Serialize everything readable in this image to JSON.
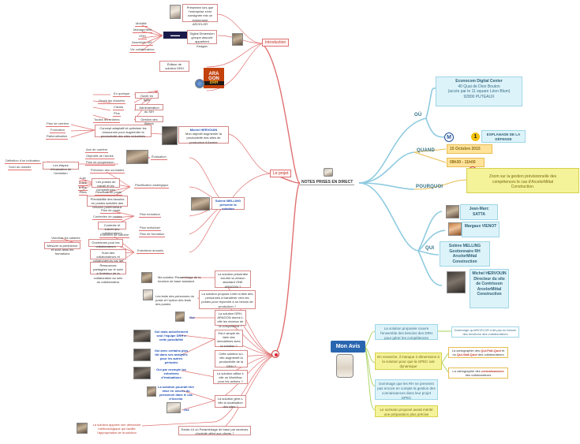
{
  "central": {
    "label": "NOTES PRISES EN DIRECT"
  },
  "branches": {
    "introduction": "Introduction",
    "le_projet": "Le projet"
  },
  "right": {
    "ou": {
      "title": "OÙ",
      "company": "Econocom Digital Center",
      "address_1": "40 Quai de Dion Bouton",
      "address_2": "(accès par le 11 square Léon Blum)",
      "address_3": "92800 PUTEAUX",
      "transit": "ESPLANADE DE LA DÉFENSE",
      "metro_letter": "M",
      "line_number": "1"
    },
    "quand": {
      "title": "QUAND",
      "date": "15 Octobre 2015",
      "time": "08h30 - 11h00"
    },
    "pourquoi": {
      "title": "POURQUOI",
      "text": "Zoom sur la gestion prévisionnelle des compétences le cas d'ArcelorMittal Construction."
    },
    "qui": {
      "title": "QUI",
      "people": [
        {
          "name": "Jean-Marc SATTA"
        },
        {
          "name": "Margaux VIENOT"
        },
        {
          "name": "Solène MELLING Gestionnaire RH ArcelorMittal Construction"
        },
        {
          "name": "Michel HERVOUIN Directeur du site de Contrisson ArcelorMittal Construction"
        }
      ]
    }
  },
  "avis": {
    "title": "Mon Avis",
    "items": [
      {
        "text": "La solution proposée couvre l'ensemble des besoins des DRH pour gérer les compétences",
        "sub": [
          "Dommage qu'ARCELOR n'ait pas eu besoin des fonctions des collaborateurs"
        ]
      },
      {
        "text": "En revanche, il manque 2 dimensions à la solution pour que la GPEC soit dynamique",
        "sub": [
          "La cartographie des Qui-Fait-Quoi et du Qui-Sait-Quoi des collaborateurs",
          "La cartographie des connaissances des collaborateurs"
        ]
      },
      {
        "text": "Dommage que les RH ne prennent pas encore en compte la gestion des connaissances dans leur projet GPEC",
        "sub": []
      },
      {
        "text": "Le scénario proposé aurait mérité une préparation plus précise",
        "sub": []
      }
    ],
    "sub_highlights": [
      "Qui-Fait-Quoi",
      "Qui-Sait-Quoi",
      "connaissances"
    ]
  },
  "intro": {
    "top_box": "Présentée lors que l'entreprise s'est consignée mis un événement ARCELOR",
    "digital_box": "Digital Dimension groupe associé appartient Keagan",
    "items_left": [
      "Mobilité",
      "Management",
      "GRH",
      "Assemblé, sit?",
      "Vie collaboratrice"
    ],
    "editor_box": "Éditeur de solution DRH",
    "logo_top": "ARA",
    "logo_mid": "GON",
    "logo_brand": "DRH",
    "logo_small": "SIRH SIMPLE GLOBAL",
    "left_group": [
      "En quelque",
      "Clients",
      "Plus",
      "Toutes les entrées"
    ],
    "left_group_labels": [
      "Ouvrir en ligne",
      "Ouvrir les dossiers",
      "Administration du SIH",
      "Modules d'un",
      "Gestion des filières"
    ]
  },
  "projet": {
    "hervouin_title": "Michel HERVOUIN",
    "hervouin_sub": "Mon objectif augmenter la productivité des sites de production d'Arcelor",
    "hervouin_box": "Concept adaptatif et optimiser les ressources pour augmenter la productivité des sites industriels",
    "hervouin_left": [
      "Plan de carrière",
      "Formation",
      "Rationalisation"
    ],
    "evaluation": "Évaluation",
    "eval_left": [
      "Définition d'un indicateur",
      "Suivi du dossier"
    ],
    "eval_box": "Les étapes d'évaluation de l'entretien",
    "eval_items": [
      "Axe de carrière",
      "Objectifs de l'année",
      "Plan de progression"
    ],
    "planif": "Planification stratégique",
    "planif_items": [
      "Prévision des souhaités",
      "Les postes de travail et les compétences",
      "Résultats du poste",
      "Prévisibilité des besoins en postes activités des besoins partenariaux"
    ],
    "planif_left": [
      "1 an",
      "3 ans",
      "5 ans",
      "Sites"
    ],
    "melling_box": "Solène MELLING présente la solution",
    "plan_formation": "Plan formation",
    "plan_individuel": "Plan individuel",
    "form_items": [
      "Plan de poste",
      "Contextes de postes",
      "Contexte et intérêt des collaborateurs"
    ],
    "indiv_items": [
      "Entretiens annuels",
      "Plan de formation",
      "Entretien de carrière"
    ],
    "bottom_items": [
      "Entretien de suivi",
      "Ouvertures pour les collaborateurs",
      "Suivi des collaborateurs et collaborateurs par les personnes collaboratives",
      "Ressources partagées sur le suivi à l'intérieur de la collaboration au sein du collaborateur"
    ],
    "small_left": [
      "Valoriser les salariés",
      "Mettre en place les demandes",
      "Mesurer la pertinence et suivi dans les formations"
    ]
  },
  "questions": [
    {
      "q": "La solution présentée est-elle la version standard ONE ARAGON ?",
      "note": "Ma solution Paramétrage de la fonction de base standard"
    },
    {
      "q": "La solution propose-t-elle la liste des personnes à transférer vers les postes pour répondre à un besoin de production ?",
      "note": "Les tests des personnes du poste et l'option des tests des postes"
    },
    {
      "q": "La solution DRH-ARAGON donne-t-elle les niveaux de la compétence ?",
      "note": "Oui"
    },
    {
      "q": "Est-il simple de faire des simulations avec la solution ?",
      "note": "Oui mais actuellement seul l'équipe DRH a cette possibilité"
    },
    {
      "q": "Cette solution a-t-elle augmenté la productivité de la DRH ?",
      "note": "Oui avec certains plus tôt dans ses analyses pour les autres périodes"
    },
    {
      "q": "La solution utilise-t-elle un Workflow pour les actions ?",
      "note": "Oui par exemple les entretiens d'évaluations"
    },
    {
      "q": "La solution gère-t-elle la localisation des sites ?",
      "note": "La solution pourrait être mise en oeuvre du personnel dans le cas d'Arcelor"
    },
    {
      "q": "La solution apporte une démarche méthodologique qui facilite l'appropriation de la solution",
      "note": "Oui"
    },
    {
      "q": "Existe-t-il un Paramétrage de base par secteurs d'activité offert aux clients ?",
      "note": ""
    }
  ]
}
